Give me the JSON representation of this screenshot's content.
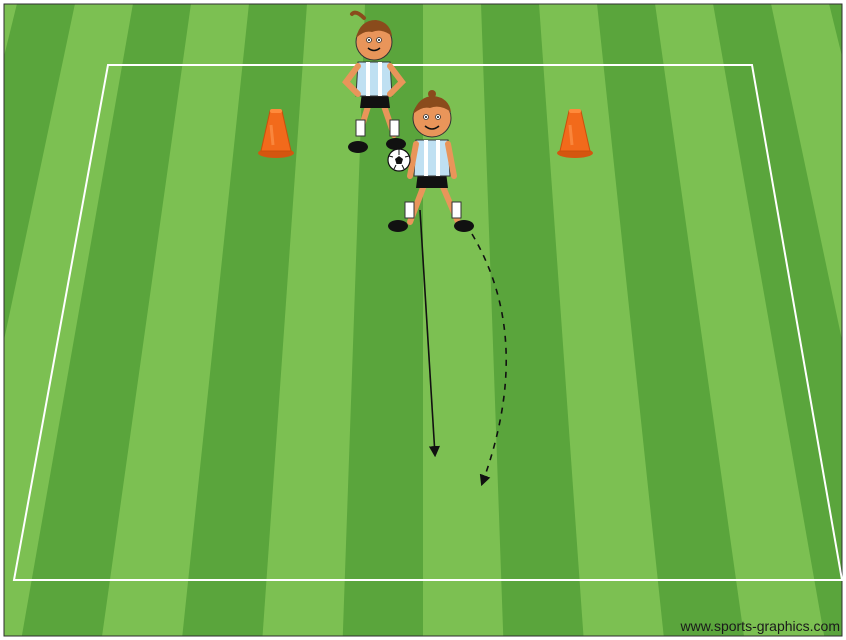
{
  "drill": {
    "players": [
      {
        "role": "player",
        "shirt": "light-blue-white-stripes",
        "has_ball": false
      },
      {
        "role": "player",
        "shirt": "light-blue-white-stripes",
        "has_ball": true
      }
    ],
    "cones": [
      {
        "color": "#f26a1b"
      },
      {
        "color": "#f26a1b"
      }
    ],
    "arrows": [
      {
        "type": "solid",
        "meaning": "run-with-ball"
      },
      {
        "type": "dashed",
        "meaning": "run-without-ball"
      }
    ]
  },
  "colors": {
    "grass_dark": "#5aa53c",
    "grass_light": "#7cc052",
    "field_line": "#ffffff",
    "cone": "#f26a1b",
    "shirt": "#bfe0f2",
    "skin": "#e9955a"
  },
  "icons": [
    "soccer-ball-icon",
    "cone-icon",
    "player-icon"
  ],
  "footer": {
    "credit": "www.sports-graphics.com"
  }
}
